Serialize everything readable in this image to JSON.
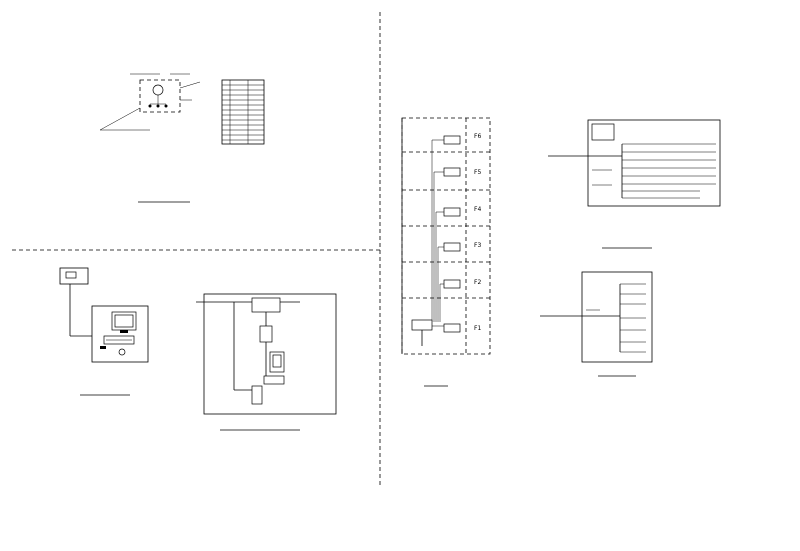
{
  "floors": [
    "F6",
    "F5",
    "F4",
    "F3",
    "F2",
    "F1"
  ],
  "diagram_titles": {
    "top_left": "",
    "mid_left": "",
    "mid_center": "",
    "riser": "",
    "ups": "",
    "lower_right": ""
  },
  "notes": {
    "top_left_lines": [
      "",
      ""
    ],
    "bottom_left_lines": [
      "",
      "",
      "",
      "",
      "",
      ""
    ]
  },
  "labels": {
    "riser_devices": [
      "",
      "",
      "",
      "",
      "",
      ""
    ],
    "ups_outputs": [
      "",
      "",
      "",
      "",
      "",
      "",
      "",
      ""
    ],
    "right_outputs": [
      "",
      "",
      "",
      "",
      "",
      "",
      ""
    ]
  }
}
